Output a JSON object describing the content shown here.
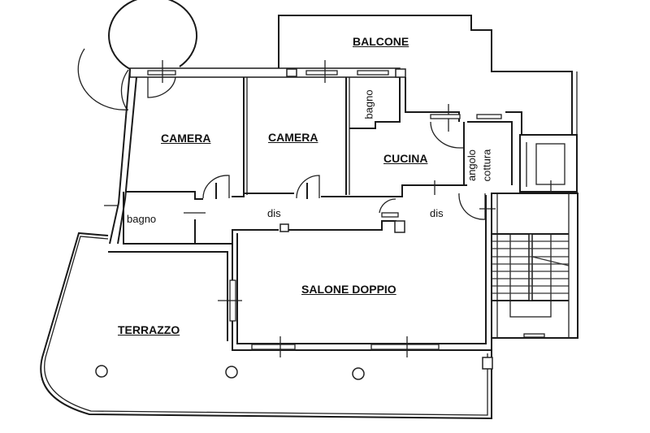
{
  "plan": {
    "type": "floor-plan",
    "rooms": [
      {
        "id": "balcone",
        "label": "BALCONE"
      },
      {
        "id": "camera-1",
        "label": "CAMERA"
      },
      {
        "id": "camera-2",
        "label": "CAMERA"
      },
      {
        "id": "bagno-top",
        "label": "bagno"
      },
      {
        "id": "cucina",
        "label": "CUCINA"
      },
      {
        "id": "angolo-cottura",
        "label_line1": "angolo",
        "label_line2": "cottura"
      },
      {
        "id": "bagno-left",
        "label": "bagno"
      },
      {
        "id": "dis-1",
        "label": "dis"
      },
      {
        "id": "dis-2",
        "label": "dis"
      },
      {
        "id": "salone-doppio",
        "label": "SALONE DOPPIO"
      },
      {
        "id": "terrazzo",
        "label": "TERRAZZO"
      }
    ],
    "colors": {
      "line": "#1a1a1a",
      "background": "#ffffff"
    }
  }
}
